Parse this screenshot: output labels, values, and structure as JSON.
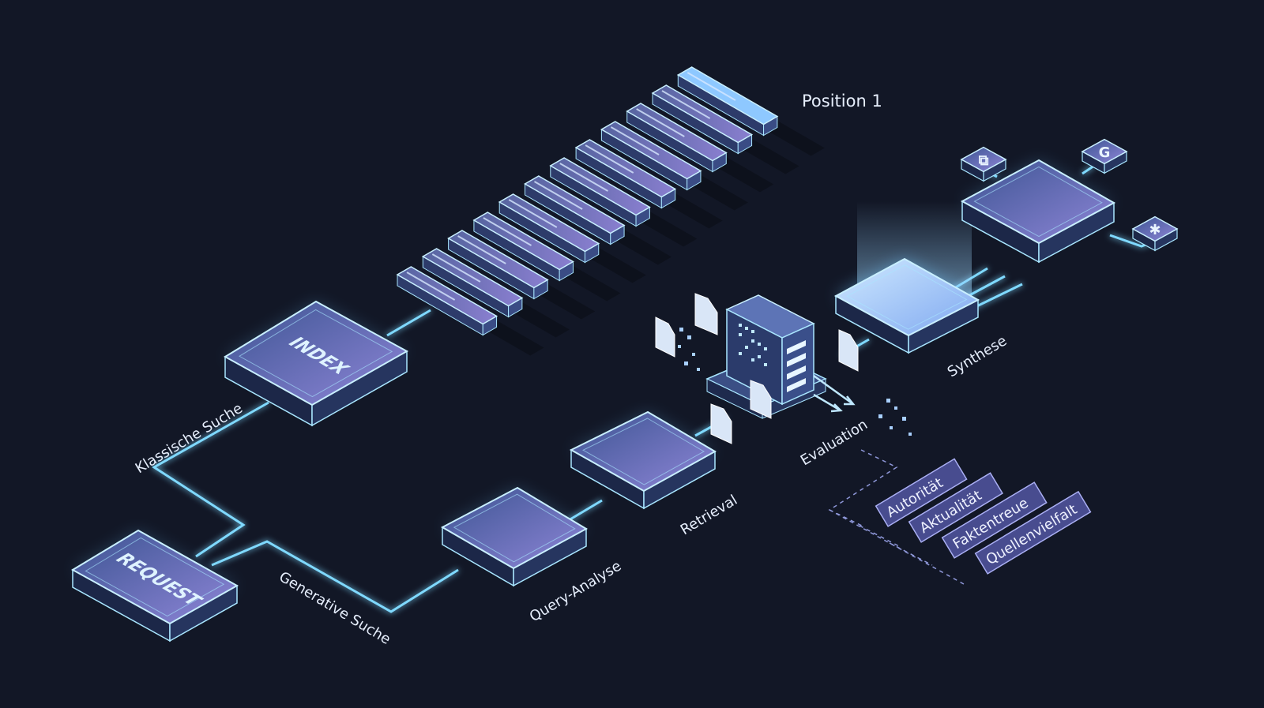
{
  "colors": {
    "background": "#121726",
    "line": "#7fd9ff",
    "tile_top_a": "#4d6aa6",
    "tile_top_b": "#8d86d6",
    "tile_edge": "#a9e6ff",
    "text": "#e6eefc",
    "pill_fill": "#5a5fa8"
  },
  "nodes": {
    "request": "REQUEST",
    "index": "INDEX"
  },
  "labels": {
    "classic_search": "Klassische Suche",
    "generative_search": "Generative Suche",
    "query_analysis": "Query-Analyse",
    "retrieval": "Retrieval",
    "evaluation": "Evaluation",
    "synthesis": "Synthese",
    "position_1": "Position 1"
  },
  "criteria": [
    "Autorität",
    "Aktualität",
    "Faktentreue",
    "Quellenvielfalt"
  ],
  "output_icons": [
    "sitemap-icon",
    "google-icon",
    "openai-icon"
  ]
}
